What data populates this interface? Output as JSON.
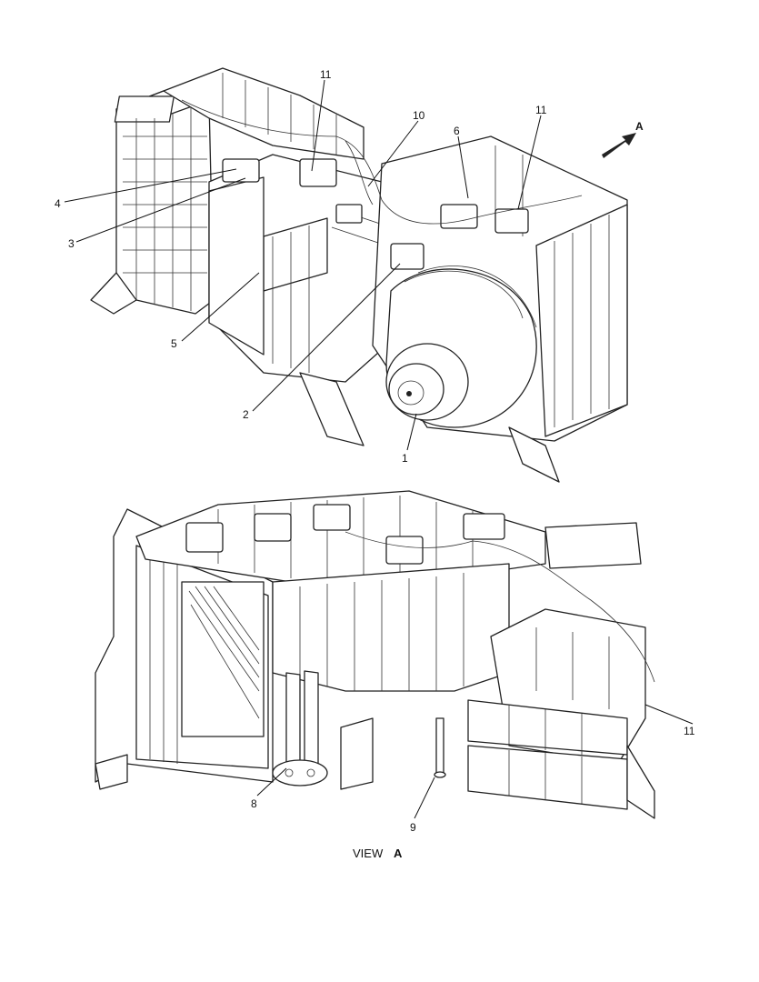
{
  "callouts": {
    "c1": "1",
    "c2": "2",
    "c3": "3",
    "c4": "4",
    "c5": "5",
    "c6": "6",
    "c8": "8",
    "c9": "9",
    "c10": "10",
    "c11_top": "11",
    "c11_right": "11",
    "c11_lower": "11"
  },
  "view_arrow_letter": "A",
  "caption": {
    "view_word": "VIEW",
    "view_letter": "A"
  }
}
